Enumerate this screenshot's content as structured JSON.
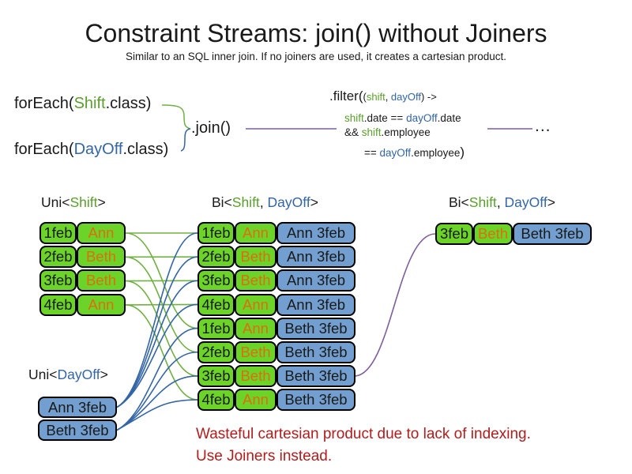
{
  "title": "Constraint Streams: join() without Joiners",
  "subtitle": "Similar to an SQL inner join. If no joiners are used, it creates a cartesian product.",
  "colors": {
    "green_fill": "#6cd428",
    "blue_fill": "#729fcf",
    "orange_text": "#dd6e0e",
    "text_green": "#5b9e2e",
    "text_blue": "#3465a4",
    "line_green": "#72b043",
    "line_blue": "#3465a4",
    "line_purple": "#7d5f9e",
    "warning_red": "#b11c1c",
    "ink": "#1a1a1a"
  },
  "code": {
    "foreach_shift": {
      "pre": "forEach(",
      "cls": "Shift",
      "post": ".class)"
    },
    "foreach_dayoff": {
      "pre": "forEach(",
      "cls": "DayOff",
      "post": ".class)"
    },
    "join": ".join()",
    "filter": {
      "fn": ".filter(",
      "args_open": "(",
      "arg1": "shift",
      "comma": ", ",
      "arg2": "dayOff",
      "args_close": ") ->",
      "l2_shift": "shift",
      "l2_mid": ".date == ",
      "l2_dayoff": "dayOff",
      "l2_end": ".date",
      "l3_pre": "&& ",
      "l3_shift": "shift",
      "l3_end": ".employee",
      "l4_pre": "== ",
      "l4_dayoff": "dayOff",
      "l4_mid": ".employee",
      "l4_close": ")"
    },
    "ellipsis": "..."
  },
  "uni_shift": {
    "header": {
      "pre": "Uni<",
      "a": "Shift",
      "post": ">"
    },
    "rows": [
      {
        "date": "1feb",
        "name": "Ann"
      },
      {
        "date": "2feb",
        "name": "Beth"
      },
      {
        "date": "3feb",
        "name": "Beth"
      },
      {
        "date": "4feb",
        "name": "Ann"
      }
    ]
  },
  "uni_dayoff": {
    "header": {
      "pre": "Uni<",
      "b": "DayOff",
      "post": ">"
    },
    "rows": [
      {
        "label": "Ann 3feb"
      },
      {
        "label": "Beth 3feb"
      }
    ]
  },
  "bi_main": {
    "header": {
      "pre": "Bi<",
      "a": "Shift",
      "sep": ", ",
      "b": "DayOff",
      "post": ">"
    },
    "rows": [
      {
        "date": "1feb",
        "name": "Ann",
        "dayoff": "Ann 3feb"
      },
      {
        "date": "2feb",
        "name": "Beth",
        "dayoff": "Ann 3feb"
      },
      {
        "date": "3feb",
        "name": "Beth",
        "dayoff": "Ann 3feb"
      },
      {
        "date": "4feb",
        "name": "Ann",
        "dayoff": "Ann 3feb"
      },
      {
        "date": "1feb",
        "name": "Ann",
        "dayoff": "Beth 3feb"
      },
      {
        "date": "2feb",
        "name": "Beth",
        "dayoff": "Beth 3feb"
      },
      {
        "date": "3feb",
        "name": "Beth",
        "dayoff": "Beth 3feb"
      },
      {
        "date": "4feb",
        "name": "Ann",
        "dayoff": "Beth 3feb"
      }
    ]
  },
  "bi_result": {
    "header": {
      "pre": "Bi<",
      "a": "Shift",
      "sep": ", ",
      "b": "DayOff",
      "post": ">"
    },
    "rows": [
      {
        "date": "3feb",
        "name": "Beth",
        "dayoff": "Beth 3feb"
      }
    ]
  },
  "warning": {
    "line1": "Wasteful cartesian product due to lack of indexing.",
    "line2": "Use Joiners instead."
  },
  "connections": {
    "green": [
      [
        0,
        0
      ],
      [
        1,
        1
      ],
      [
        2,
        2
      ],
      [
        3,
        3
      ],
      [
        0,
        4
      ],
      [
        1,
        5
      ],
      [
        2,
        6
      ],
      [
        3,
        7
      ]
    ],
    "blue": [
      [
        0,
        0
      ],
      [
        0,
        1
      ],
      [
        0,
        2
      ],
      [
        0,
        3
      ],
      [
        1,
        4
      ],
      [
        1,
        5
      ],
      [
        1,
        6
      ],
      [
        1,
        7
      ]
    ],
    "purple": [
      [
        6,
        0
      ]
    ]
  }
}
